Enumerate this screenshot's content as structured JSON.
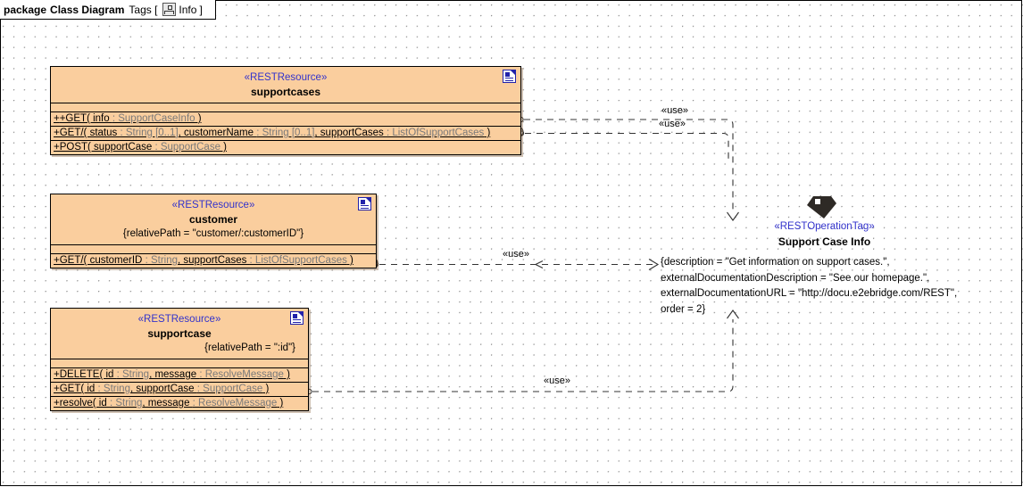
{
  "package": {
    "keyword": "package",
    "name": "Class Diagram",
    "tags_label": "Tags [",
    "tags_icon": "tags-info-icon",
    "tags_value": "Info",
    "tags_close": "]"
  },
  "colors": {
    "class_fill": "#FACE9E",
    "class_border": "#000000",
    "stereotype_text": "#3333CC",
    "param_type_text": "#7A7A7A",
    "canvas_bg": "#FFFFFF",
    "grid_dot": "#8A8A8A"
  },
  "classes": [
    {
      "id": "supportcases",
      "stereotype": "«RESTResource»",
      "name": "supportcases",
      "property": "",
      "doc_icon": "document-icon",
      "operations": [
        {
          "visibility": "+",
          "name": "GET(",
          "params": " info : SupportCaseInfo )",
          "plain": "+GET( info : SupportCaseInfo )"
        },
        {
          "visibility": "+",
          "name": "GET/(",
          "params": " status : String [0..1], customerName : String [0..1], supportCases : ListOfSupportCases )",
          "plain": "+GET/( status : String [0..1], customerName : String [0..1], supportCases : ListOfSupportCases )"
        },
        {
          "visibility": "+",
          "name": "POST(",
          "params": " supportCase : SupportCase )",
          "plain": "+POST( supportCase : SupportCase )"
        }
      ]
    },
    {
      "id": "customer",
      "stereotype": "«RESTResource»",
      "name": "customer",
      "property": "{relativePath = \"customer/:customerID\"}",
      "doc_icon": "document-icon",
      "operations": [
        {
          "visibility": "+",
          "name": "GET/(",
          "params": " customerID : String, supportCases : ListOfSupportCases )",
          "plain": "+GET/( customerID : String, supportCases : ListOfSupportCases )"
        }
      ]
    },
    {
      "id": "supportcase",
      "stereotype": "«RESTResource»",
      "name": "supportcase",
      "property": "{relativePath = \":id\"}",
      "doc_icon": "document-icon",
      "operations": [
        {
          "visibility": "+",
          "name": "DELETE(",
          "params": " id : String, message : ResolveMessage )",
          "plain": "+DELETE( id : String, message : ResolveMessage )"
        },
        {
          "visibility": "+",
          "name": "GET(",
          "params": " id : String, supportCase : SupportCase )",
          "plain": "+GET( id : String, supportCase : SupportCase )"
        },
        {
          "visibility": "+",
          "name": "resolve(",
          "params": " id : String, message : ResolveMessage )",
          "plain": "+resolve( id : String, message : ResolveMessage )"
        }
      ]
    }
  ],
  "tag_node": {
    "glyph": "tag-icon",
    "stereotype": "«RESTOperationTag»",
    "name": "Support Case Info",
    "body_lines": [
      "{description = \"Get information on support cases.\",",
      "externalDocumentationDescription = \"See our homepage.\",",
      "externalDocumentationURL = \"http://docu.e2ebridge.com/REST\",",
      "order = 2}"
    ]
  },
  "connectors": [
    {
      "id": "use-1",
      "label": "«use»",
      "from": "supportcases.GET",
      "to": "tag-node"
    },
    {
      "id": "use-2",
      "label": "«use»",
      "from": "supportcases.GET-slash",
      "to": "tag-node"
    },
    {
      "id": "use-3",
      "label": "«use»",
      "from": "customer.GET-slash",
      "to": "tag-node"
    },
    {
      "id": "use-4",
      "label": "«use»",
      "from": "supportcase.GET",
      "to": "tag-node"
    }
  ]
}
